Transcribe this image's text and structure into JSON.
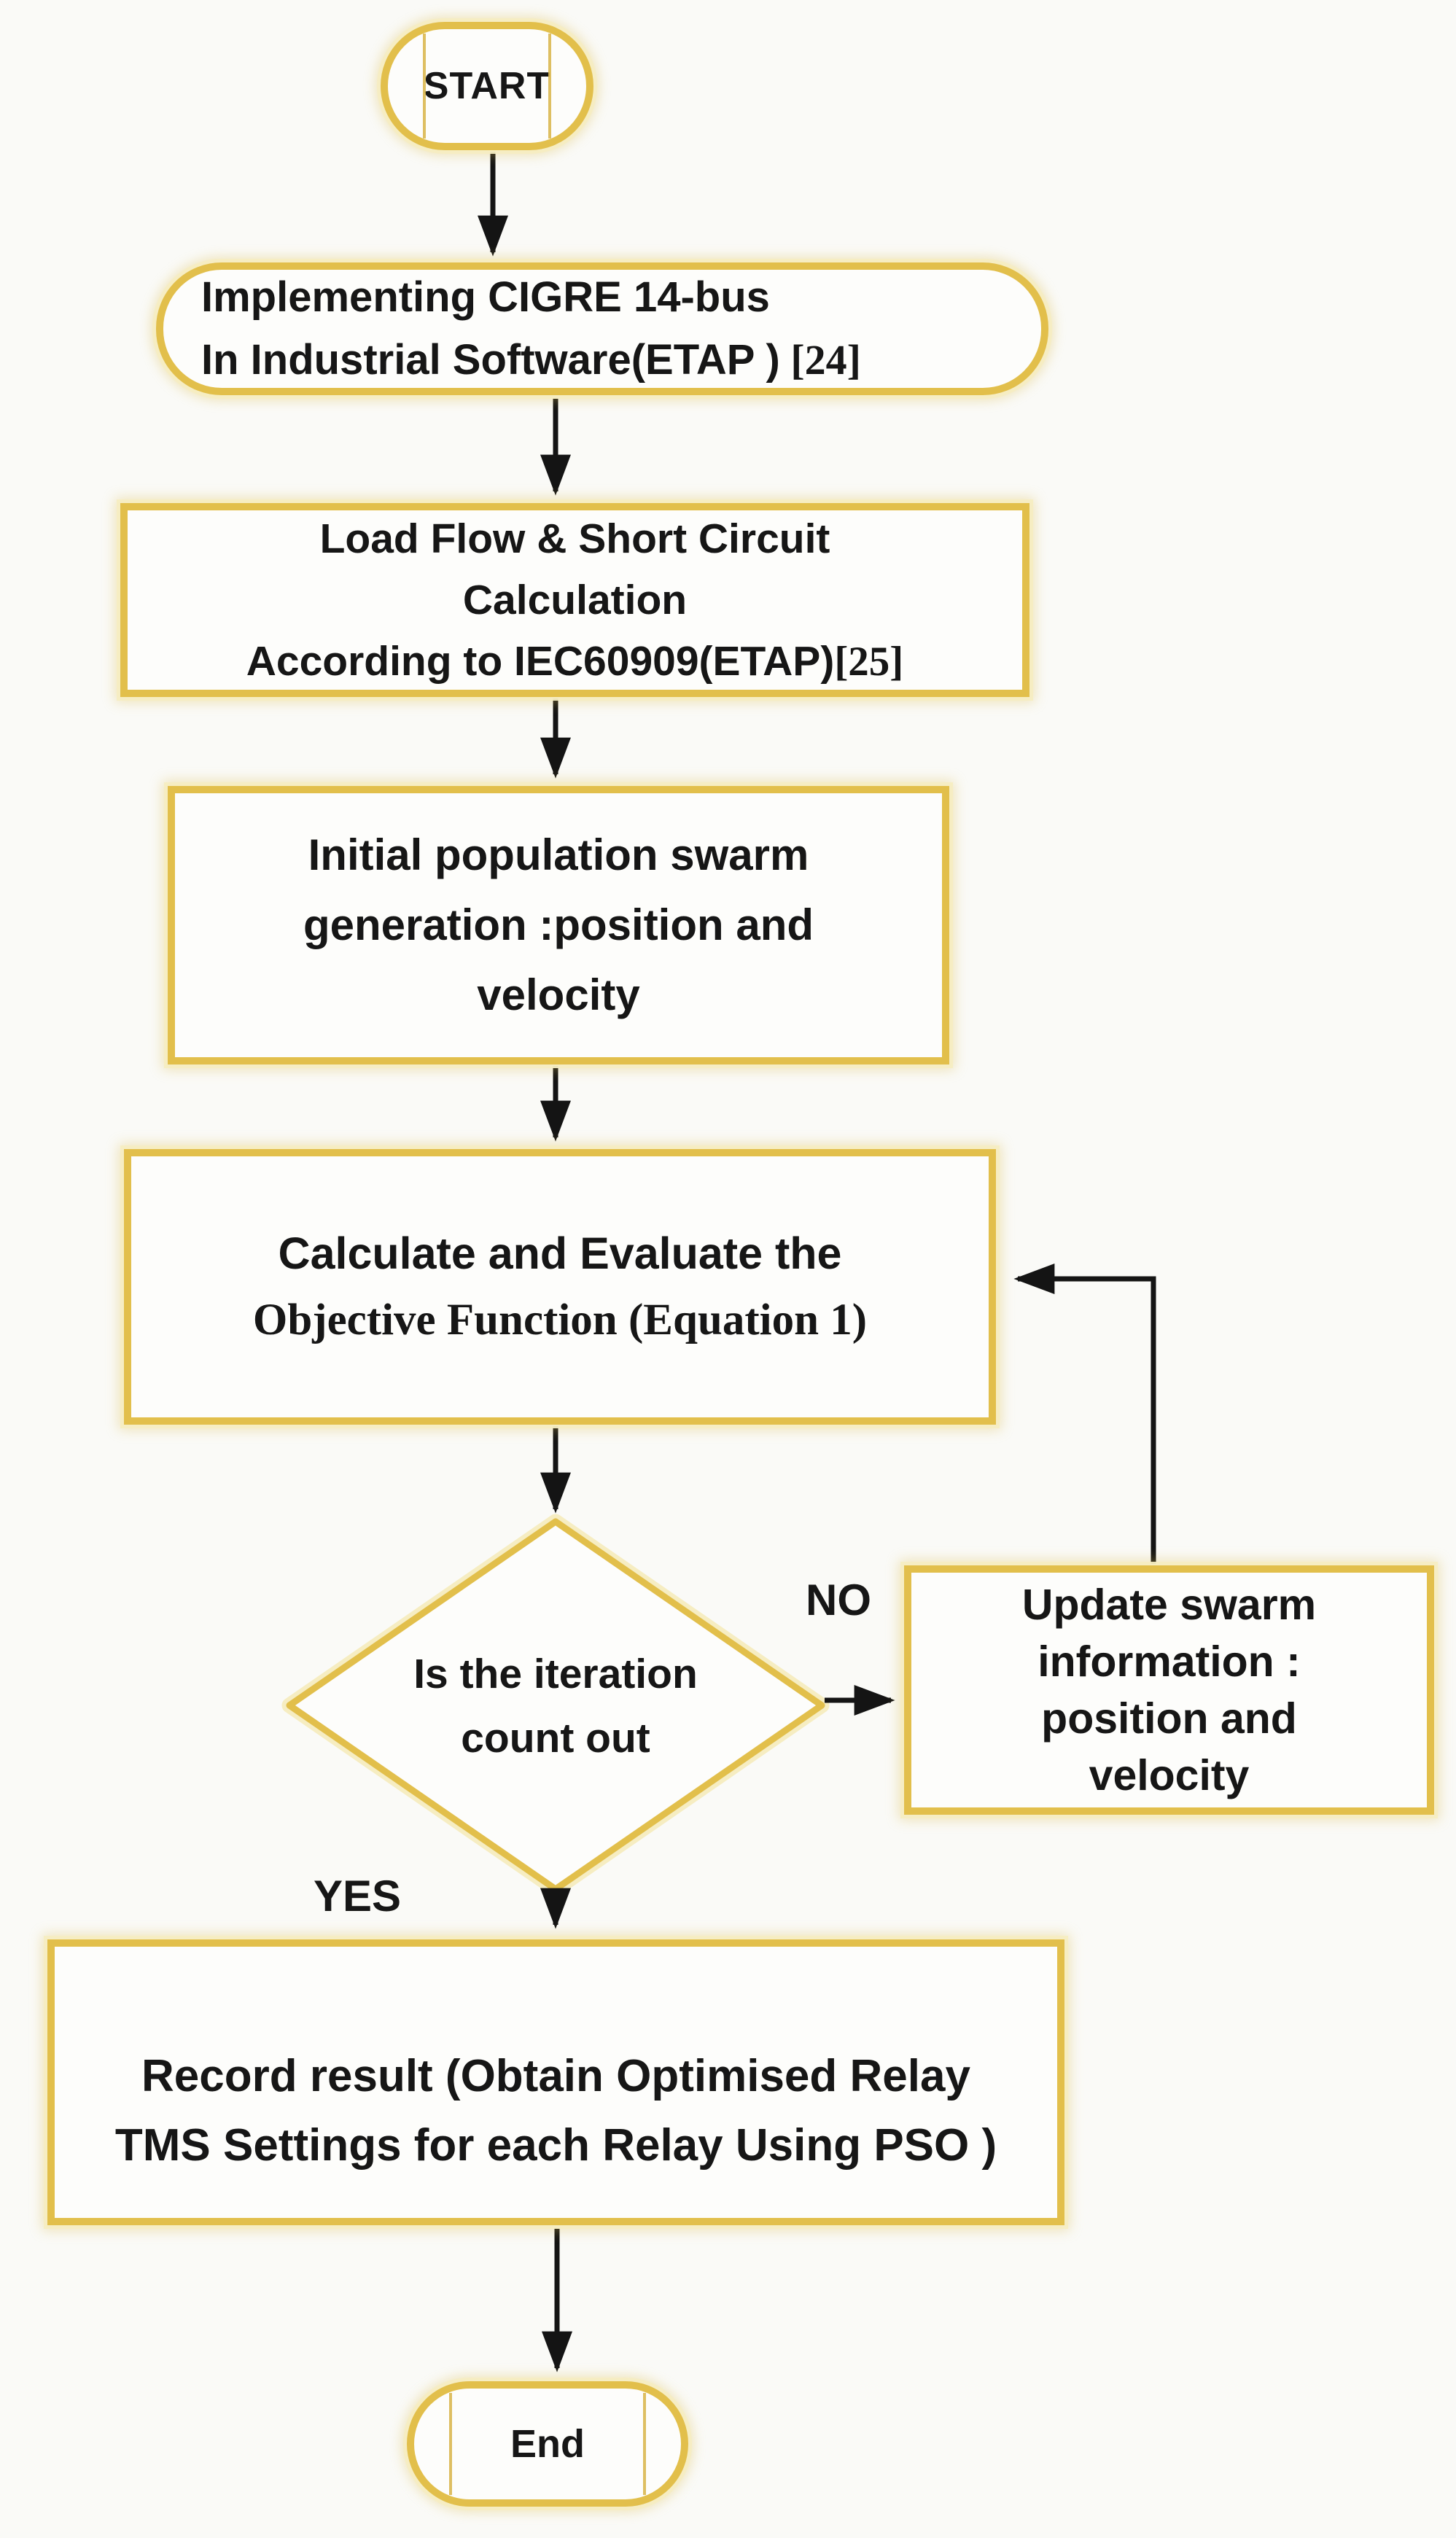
{
  "figure": {
    "type": "flowchart",
    "title": "PSO relay coordination flowchart"
  },
  "palette": {
    "shape_border_gold": "#e2bf4b",
    "shape_halo": "#f6edc2",
    "arrow_black": "#141414",
    "text_ink": "#161616",
    "background": "#fafaf7",
    "shape_fill": "#fdfdfb"
  },
  "nodes": {
    "start": {
      "label": "START"
    },
    "implement": {
      "line1": "Implementing CIGRE 14-bus",
      "line2": "In Industrial Software(ETAP )",
      "ref": " [24]"
    },
    "loadflow": {
      "line1": "Load Flow & Short Circuit",
      "line2": "Calculation",
      "line3": "According to IEC60909(ETAP)",
      "ref": "[25]"
    },
    "init_swarm": {
      "line1": "Initial population swarm",
      "line2": "generation :position and",
      "line3": "velocity"
    },
    "objective": {
      "line1": "Calculate and Evaluate the",
      "line2": "Objective Function (Equation 1)"
    },
    "decision": {
      "line1": "Is the iteration",
      "line2": "count out"
    },
    "update": {
      "line1": "Update swarm",
      "line2": "information :",
      "line3": "position and",
      "line4": "velocity"
    },
    "record": {
      "line1": "Record result (Obtain Optimised Relay",
      "line2": "TMS Settings for each Relay Using PSO )"
    },
    "end": {
      "label": "End"
    }
  },
  "edges": {
    "no_label": "NO",
    "yes_label": "YES"
  }
}
